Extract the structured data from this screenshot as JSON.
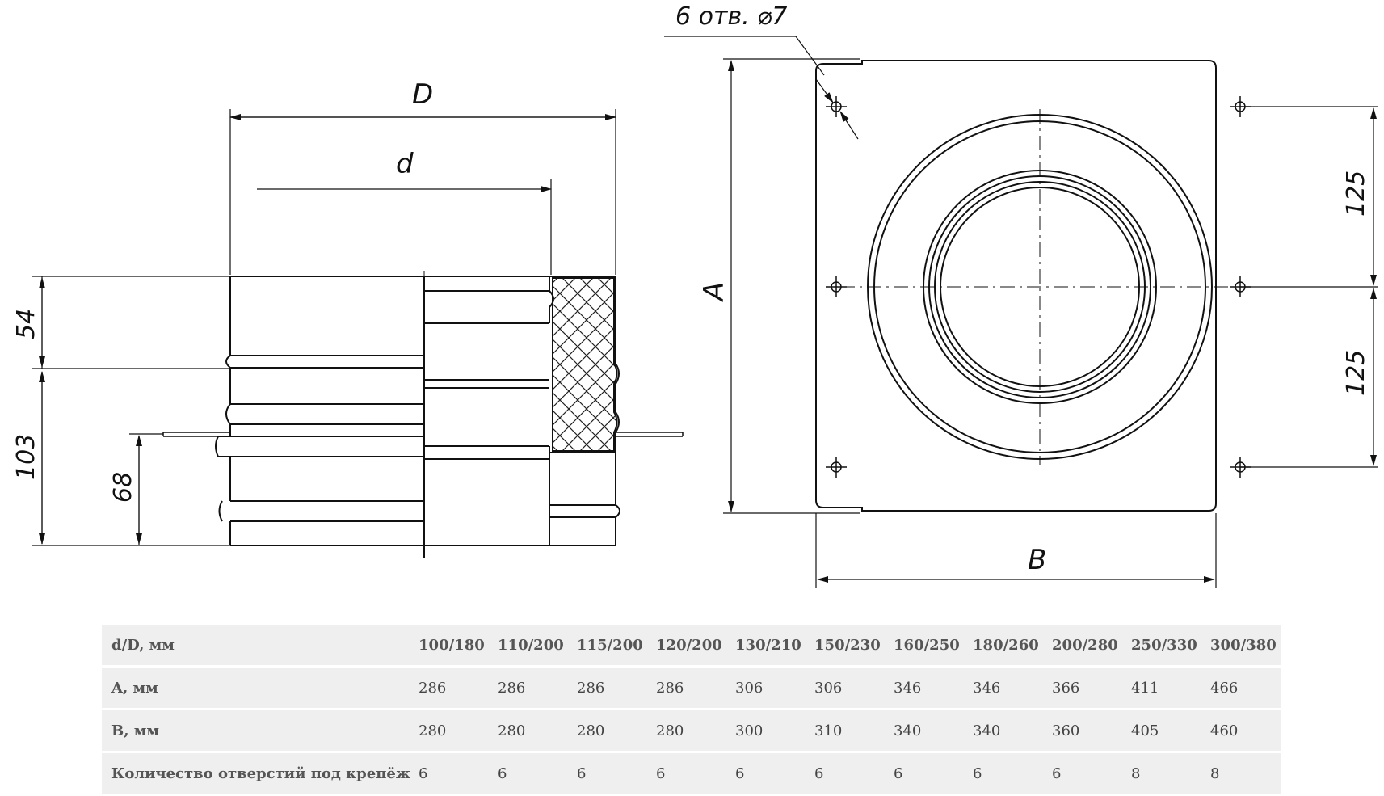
{
  "drawing": {
    "label_D": "D",
    "label_d": "d",
    "label_54": "54",
    "label_103": "103",
    "label_68": "68",
    "label_A": "A",
    "label_B": "B",
    "label_holes": "6 отв. ⌀7",
    "label_125_top": "125",
    "label_125_bottom": "125"
  },
  "table": {
    "header_label": "d/D, мм",
    "columns": [
      "100/180",
      "110/200",
      "115/200",
      "120/200",
      "130/210",
      "150/230",
      "160/250",
      "180/260",
      "200/280",
      "250/330",
      "300/380"
    ],
    "rows": [
      {
        "label": "A, мм",
        "values": [
          "286",
          "286",
          "286",
          "286",
          "306",
          "306",
          "346",
          "346",
          "366",
          "411",
          "466"
        ]
      },
      {
        "label": "B, мм",
        "values": [
          "280",
          "280",
          "280",
          "280",
          "300",
          "310",
          "340",
          "340",
          "360",
          "405",
          "460"
        ]
      },
      {
        "label": "Количество отверстий под крепёж",
        "values": [
          "6",
          "6",
          "6",
          "6",
          "6",
          "6",
          "6",
          "6",
          "6",
          "8",
          "8"
        ]
      }
    ]
  }
}
